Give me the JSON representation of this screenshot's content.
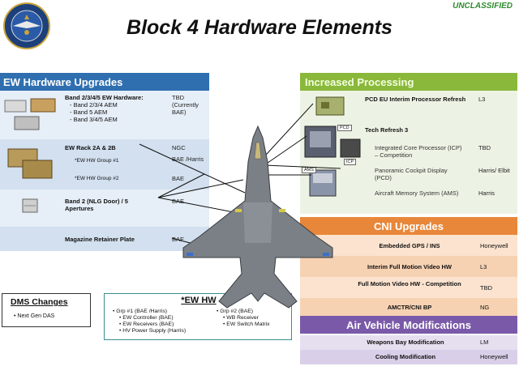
{
  "header": {
    "classification": "UNCLASSIFIED",
    "title": "Block 4 Hardware Elements"
  },
  "ew_upgrades": {
    "title": "EW Hardware Upgrades",
    "rows": [
      {
        "lines": [
          "Band 2/3/4/5 EW Hardware:",
          "- Band 2/3/4 AEM",
          "- Band 5 AEM",
          "- Band 3/4/5 AEM"
        ],
        "vendor": "TBD (Currently BAE)"
      },
      {
        "lines": [
          "EW Rack 2A & 2B",
          "*EW HW Group #1",
          "*EW HW Group #2"
        ],
        "vendor": "NGC",
        "vendor2": "BAE /Harris",
        "vendor3": "BAE"
      },
      {
        "lines": [
          "Band 2 (NLG Door) / 5",
          "Apertures"
        ],
        "vendor": "BAE"
      },
      {
        "lines": [
          "Magazine Retainer Plate"
        ],
        "vendor": "BAE"
      }
    ]
  },
  "increased_processing": {
    "title": "Increased Processing",
    "rows": [
      {
        "label": "PCD EU Interim Processor Refresh",
        "vendor": "L3"
      },
      {
        "label": "Tech Refresh 3",
        "vendor": ""
      },
      {
        "label": "Integrated Core Processor (ICP) – Competition",
        "vendor": "TBD"
      },
      {
        "label": "Panoramic Cockpit Display (PCD)",
        "vendor": "Harris/ Elbit"
      },
      {
        "label": "Aircraft Memory System (AMS)",
        "vendor": "Harris"
      }
    ],
    "tags": {
      "pcd": "PCD",
      "icp": "ICP",
      "ams": "AMS"
    }
  },
  "cni_upgrades": {
    "title": "CNI Upgrades",
    "rows": [
      {
        "label": "Embedded GPS / INS",
        "vendor": "Honeywell"
      },
      {
        "label": "Interim Full Motion Video HW",
        "vendor": "L3"
      },
      {
        "label": "Full Motion Video HW - Competition",
        "vendor": "TBD"
      },
      {
        "label": "AMCTR/CNI BP",
        "vendor": "NG"
      }
    ]
  },
  "air_vehicle": {
    "title": "Air Vehicle Modifications",
    "rows": [
      {
        "label": "Weapons Bay Modification",
        "vendor": "LM"
      },
      {
        "label": "Cooling Modification",
        "vendor": "Honeywell"
      }
    ]
  },
  "dms": {
    "title": "DMS Changes",
    "items": [
      "Next Gen DAS"
    ]
  },
  "ew_hw": {
    "title": "*EW HW",
    "group1": {
      "label": "Grp #1 (BAE /Harris)",
      "items": [
        "EW Controller (BAE)",
        "EW Receivers (BAE)",
        "HV Power Supply (Harris)"
      ]
    },
    "group2": {
      "label": "Grp #2 (BAE)",
      "items": [
        "WB Receiver",
        "EW Switch Matrix"
      ]
    }
  },
  "colors": {
    "ew": "#2f6fb0",
    "processing": "#8ab83a",
    "cni": "#e8873a",
    "air_vehicle": "#7a5aa8",
    "classification": "#2e8b2e"
  }
}
